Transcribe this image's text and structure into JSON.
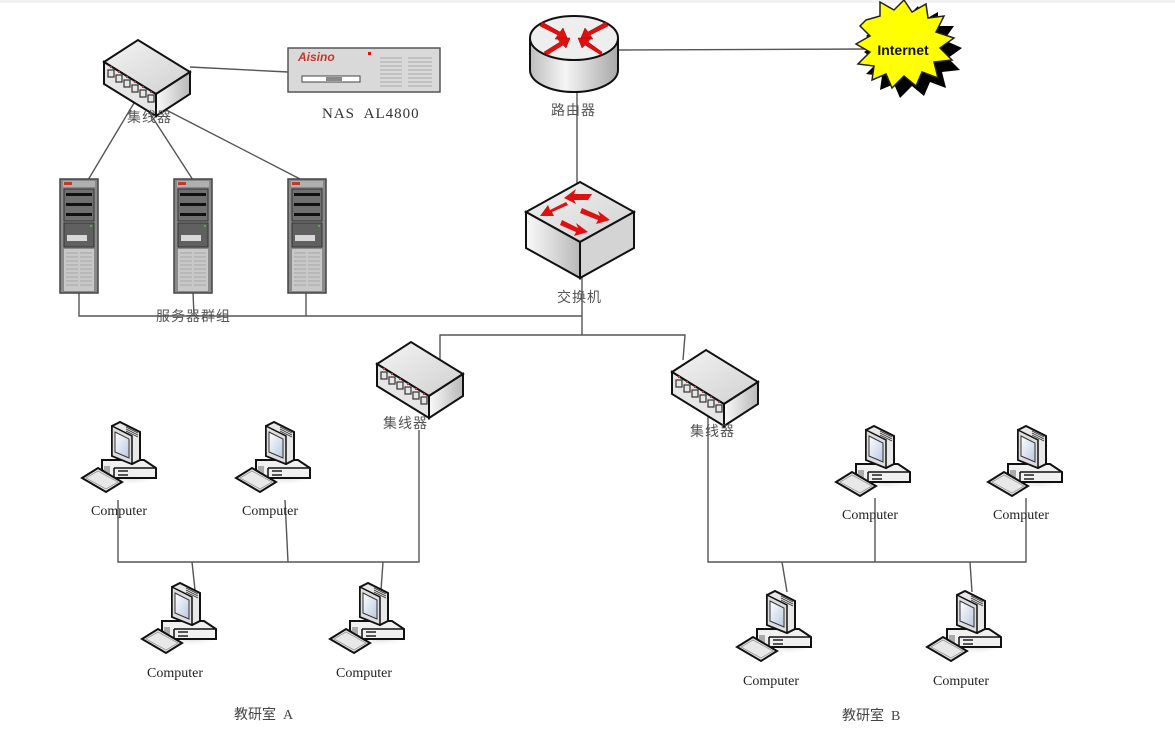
{
  "diagram": {
    "type": "network-topology",
    "nodes": {
      "router": {
        "label": "路由器",
        "icon": "router-icon"
      },
      "internet": {
        "label": "Internet",
        "icon": "internet-burst-icon",
        "fill": "#ffff00"
      },
      "core_switch": {
        "label": "交换机",
        "icon": "switch-icon"
      },
      "server_hub": {
        "label": "集线器",
        "icon": "hub-icon"
      },
      "nas": {
        "label": "NAS  AL4800",
        "brand": "Aisino",
        "icon": "nas-storage-icon"
      },
      "server_group": {
        "label": "服务器群组",
        "count": 3,
        "icon": "tower-server-icon"
      },
      "hub_a": {
        "label": "集线器",
        "icon": "hub-icon"
      },
      "hub_b": {
        "label": "集线器",
        "icon": "hub-icon"
      },
      "room_a": {
        "label": "教研室  A",
        "computers": [
          {
            "label": "Computer"
          },
          {
            "label": "Computer"
          },
          {
            "label": "Computer"
          },
          {
            "label": "Computer"
          }
        ]
      },
      "room_b": {
        "label": "教研室  B",
        "computers": [
          {
            "label": "Computer"
          },
          {
            "label": "Computer"
          },
          {
            "label": "Computer"
          },
          {
            "label": "Computer"
          }
        ]
      }
    },
    "links": [
      [
        "router",
        "internet"
      ],
      [
        "router",
        "core_switch"
      ],
      [
        "server_hub",
        "nas"
      ],
      [
        "server_hub",
        "server_group"
      ],
      [
        "server_group",
        "core_switch"
      ],
      [
        "core_switch",
        "hub_a"
      ],
      [
        "core_switch",
        "hub_b"
      ],
      [
        "hub_a",
        "room_a"
      ],
      [
        "hub_b",
        "room_b"
      ]
    ],
    "colors": {
      "arrow_red": "#e01010",
      "line": "#555555",
      "device_gray": "#d9d9d9",
      "internet_yellow": "#ffff00"
    }
  }
}
